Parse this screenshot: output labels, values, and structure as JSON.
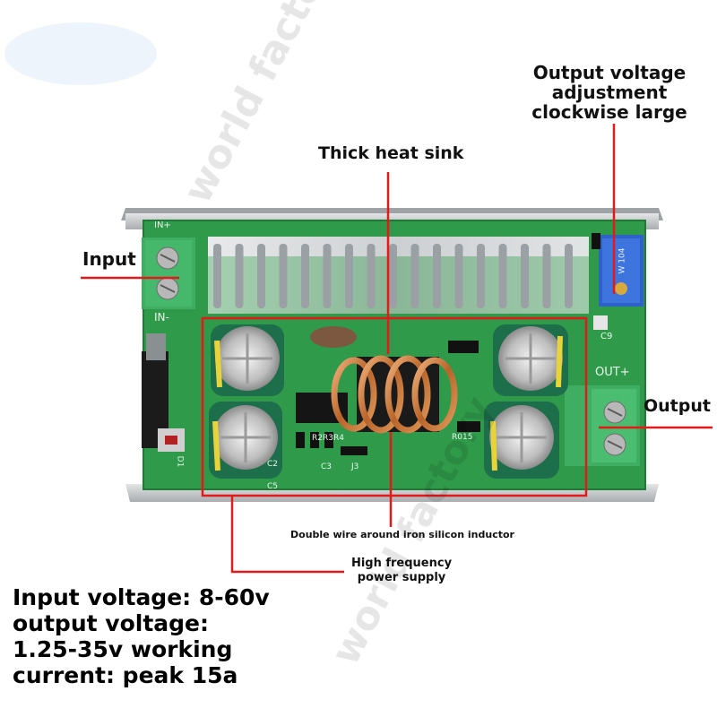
{
  "callouts": {
    "output_voltage_adjust": [
      "Output voltage",
      "adjustment",
      "clockwise large"
    ],
    "heat_sink": "Thick heat sink",
    "input": "Input",
    "output": "Output",
    "inductor": "Double wire around iron silicon inductor",
    "power_supply": [
      "High frequency",
      "power supply"
    ]
  },
  "board_marks": {
    "in_plus": "IN+",
    "in_minus": "IN-",
    "out_plus": "OUT+",
    "c9": "C9",
    "r2r3r4": "R2R3R4",
    "c2": "C2",
    "c3": "C3",
    "j3": "J3",
    "d1": "D1",
    "c5": "C5",
    "r015": "R015",
    "pot": "W 104"
  },
  "specs": {
    "lines": [
      "Input voltage: 8-60v",
      "output voltage:",
      "1.25-35v working",
      "current: peak 15a"
    ]
  },
  "watermark": "world factory",
  "colors": {
    "pcb_green": "#2f9a4a",
    "annotation_red": "#e41a1a",
    "heatsink": "#cfd3d6",
    "terminal_green": "#3fae63"
  }
}
